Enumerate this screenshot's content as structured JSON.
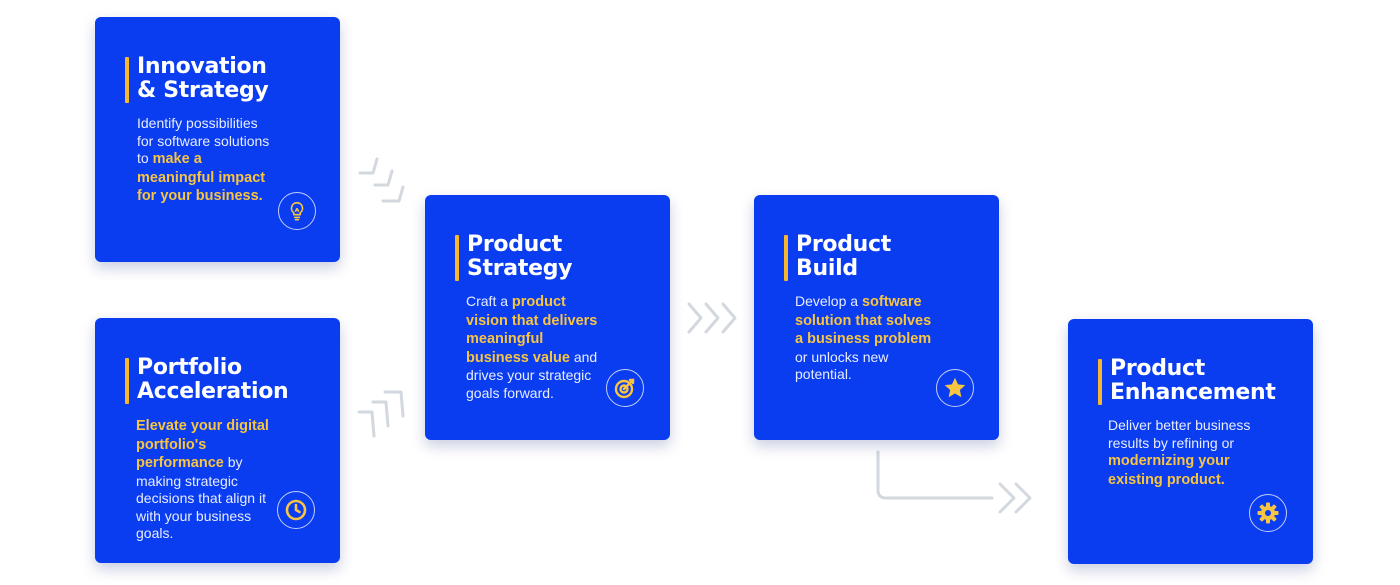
{
  "colors": {
    "card": "#0a3cf0",
    "accent": "#f7b731",
    "connector": "#d3d8de"
  },
  "cards": [
    {
      "id": "innovation",
      "title": "Innovation & Strategy",
      "desc_pre": "Identify possibilities for software solutions to ",
      "desc_hl": "make a meaningful impact for your business.",
      "desc_post": "",
      "icon": "lightbulb-icon"
    },
    {
      "id": "portfolio",
      "title": "Portfolio Acceleration",
      "desc_pre": "",
      "desc_hl": "Elevate your digital portfolio's performance",
      "desc_post": " by making strategic decisions that align it with your business goals.",
      "icon": "clock-icon"
    },
    {
      "id": "strategy",
      "title": "Product Strategy",
      "desc_pre": "Craft a ",
      "desc_hl": "product vision that delivers meaningful business value",
      "desc_post": " and drives your strategic goals forward.",
      "icon": "target-icon"
    },
    {
      "id": "build",
      "title": "Product Build",
      "desc_pre": "Develop a ",
      "desc_hl": "software solution that solves a business problem",
      "desc_post": " or unlocks new potential.",
      "icon": "star-icon"
    },
    {
      "id": "enhancement",
      "title": "Product Enhancement",
      "desc_pre": "Deliver better business results by refining or ",
      "desc_hl": "modernizing your existing product.",
      "desc_post": "",
      "icon": "gear-icon"
    }
  ]
}
